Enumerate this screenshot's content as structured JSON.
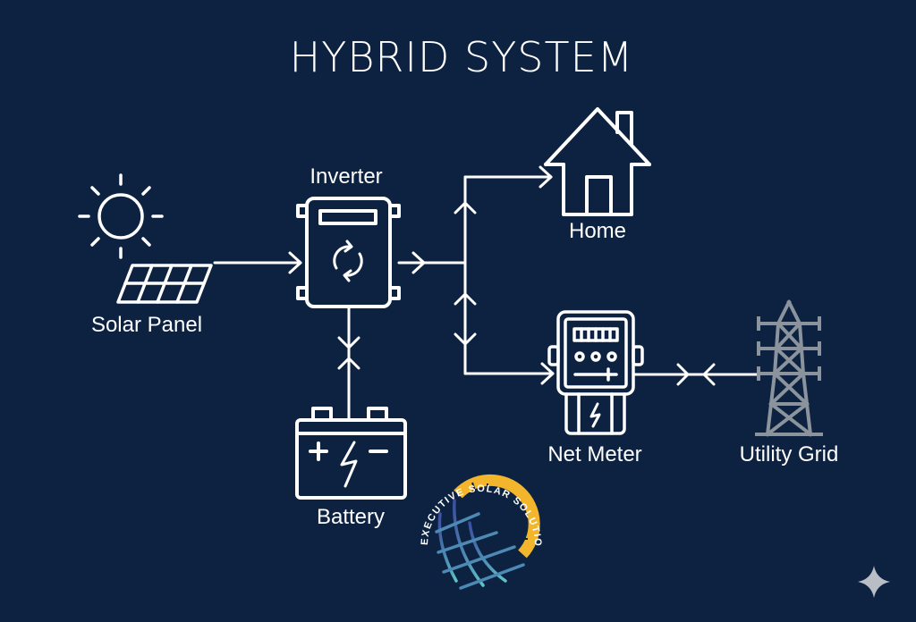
{
  "title": "HYBRID SYSTEM",
  "labels": {
    "solar_panel": "Solar Panel",
    "inverter": "Inverter",
    "home": "Home",
    "battery": "Battery",
    "net_meter": "Net Meter",
    "utility_grid": "Utility Grid"
  },
  "logo": {
    "text": "EXECUTIVE SOLAR SOLUTIONS"
  },
  "colors": {
    "background": "#0c2240",
    "line": "#ffffff",
    "grid_tower": "#8b939d",
    "logo_sun": "#f2b52c",
    "logo_globe": "#4aa6b8"
  },
  "icons": [
    "sun-icon",
    "solar-panel-icon",
    "inverter-icon",
    "home-icon",
    "battery-icon",
    "net-meter-icon",
    "transmission-tower-icon",
    "sparkle-icon"
  ]
}
